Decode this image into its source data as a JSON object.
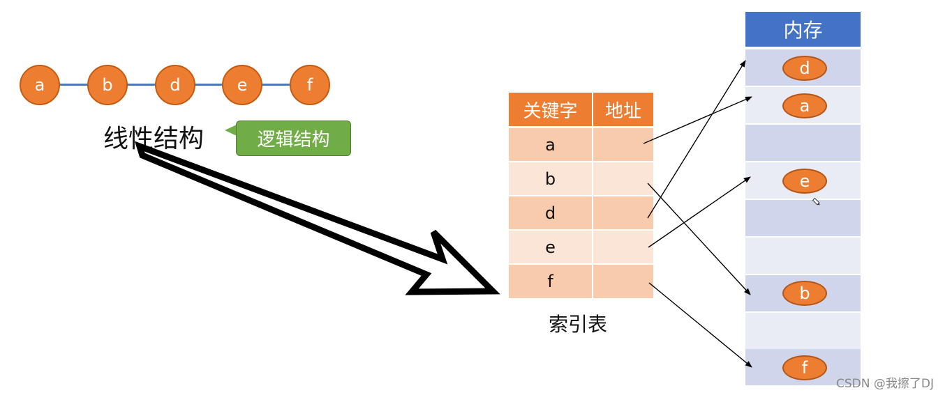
{
  "logical_structure": {
    "nodes": [
      "a",
      "b",
      "d",
      "e",
      "f"
    ],
    "label": "线性结构",
    "callout": "逻辑结构"
  },
  "index_table": {
    "headers": [
      "关键字",
      "地址"
    ],
    "keys": [
      "a",
      "b",
      "d",
      "e",
      "f"
    ],
    "caption": "索引表"
  },
  "memory": {
    "title": "内存",
    "slots": [
      "d",
      "a",
      "",
      "e",
      "",
      "",
      "b",
      "",
      "f"
    ]
  },
  "watermark": "CSDN @我擦了DJ",
  "colors": {
    "node_orange": "#ed7d31",
    "chain_blue": "#4a78b8",
    "callout_green": "#70ad47",
    "memory_header_blue": "#4472c4",
    "table_row_dark": "#f8cbad",
    "table_row_light": "#fbe5d6"
  }
}
